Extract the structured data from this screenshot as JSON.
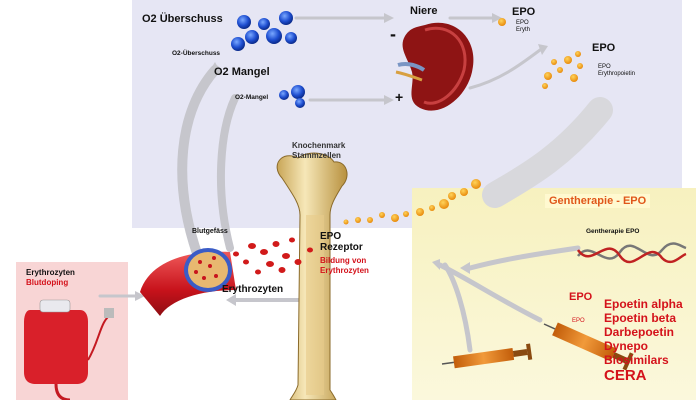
{
  "labels": {
    "o2_ueberschuss_title": "O2 Überschuss",
    "o2_ueberschuss_small": "O2-Überschuss",
    "o2_mangel_title": "O2 Mangel",
    "o2_mangel_small": "O2-Mangel",
    "niere": "Niere",
    "minus": "-",
    "plus": "+",
    "epo_top": "EPO",
    "epo_top_small_1": "EPO",
    "epo_top_small_2": "Eryth",
    "epo_right": "EPO",
    "epo_right_small_1": "EPO",
    "epo_right_small_2": "Erythropoietin",
    "knochenmark_1": "Knochenmark",
    "knochenmark_2": "Stammzellen",
    "blutgefaess": "Blutgefäss",
    "epo_rezeptor_1": "EPO",
    "epo_rezeptor_2": "Rezeptor",
    "bildung_1": "Bildung von",
    "bildung_2": "Erythrozyten",
    "erythrozyten_center": "Erythrozyten",
    "erythrozyten_left": "Erythrozyten",
    "blutdoping": "Blutdoping",
    "gentherapie_title": "Gentherapie - EPO",
    "gentherapie_small": "Gentherapie EPO",
    "epo_products_title": "EPO",
    "epo_syringe_small": "EPO",
    "products": [
      "Epoetin alpha",
      "Epoetin beta",
      "Darbepoetin",
      "Dynepo",
      "Biosimilars"
    ],
    "cera": "CERA"
  },
  "colors": {
    "top_panel": "#e6e6f4",
    "left_panel": "#f8d5d5",
    "right_panel": "#f7f1bf",
    "red_label": "#d4121b",
    "epo_orange": "#f0a21a"
  },
  "icons": [
    "oxygen-molecule-icon",
    "kidney-icon",
    "bone-icon",
    "blood-vessel-icon",
    "blood-bag-icon",
    "dna-helix-icon",
    "syringe-icon"
  ]
}
